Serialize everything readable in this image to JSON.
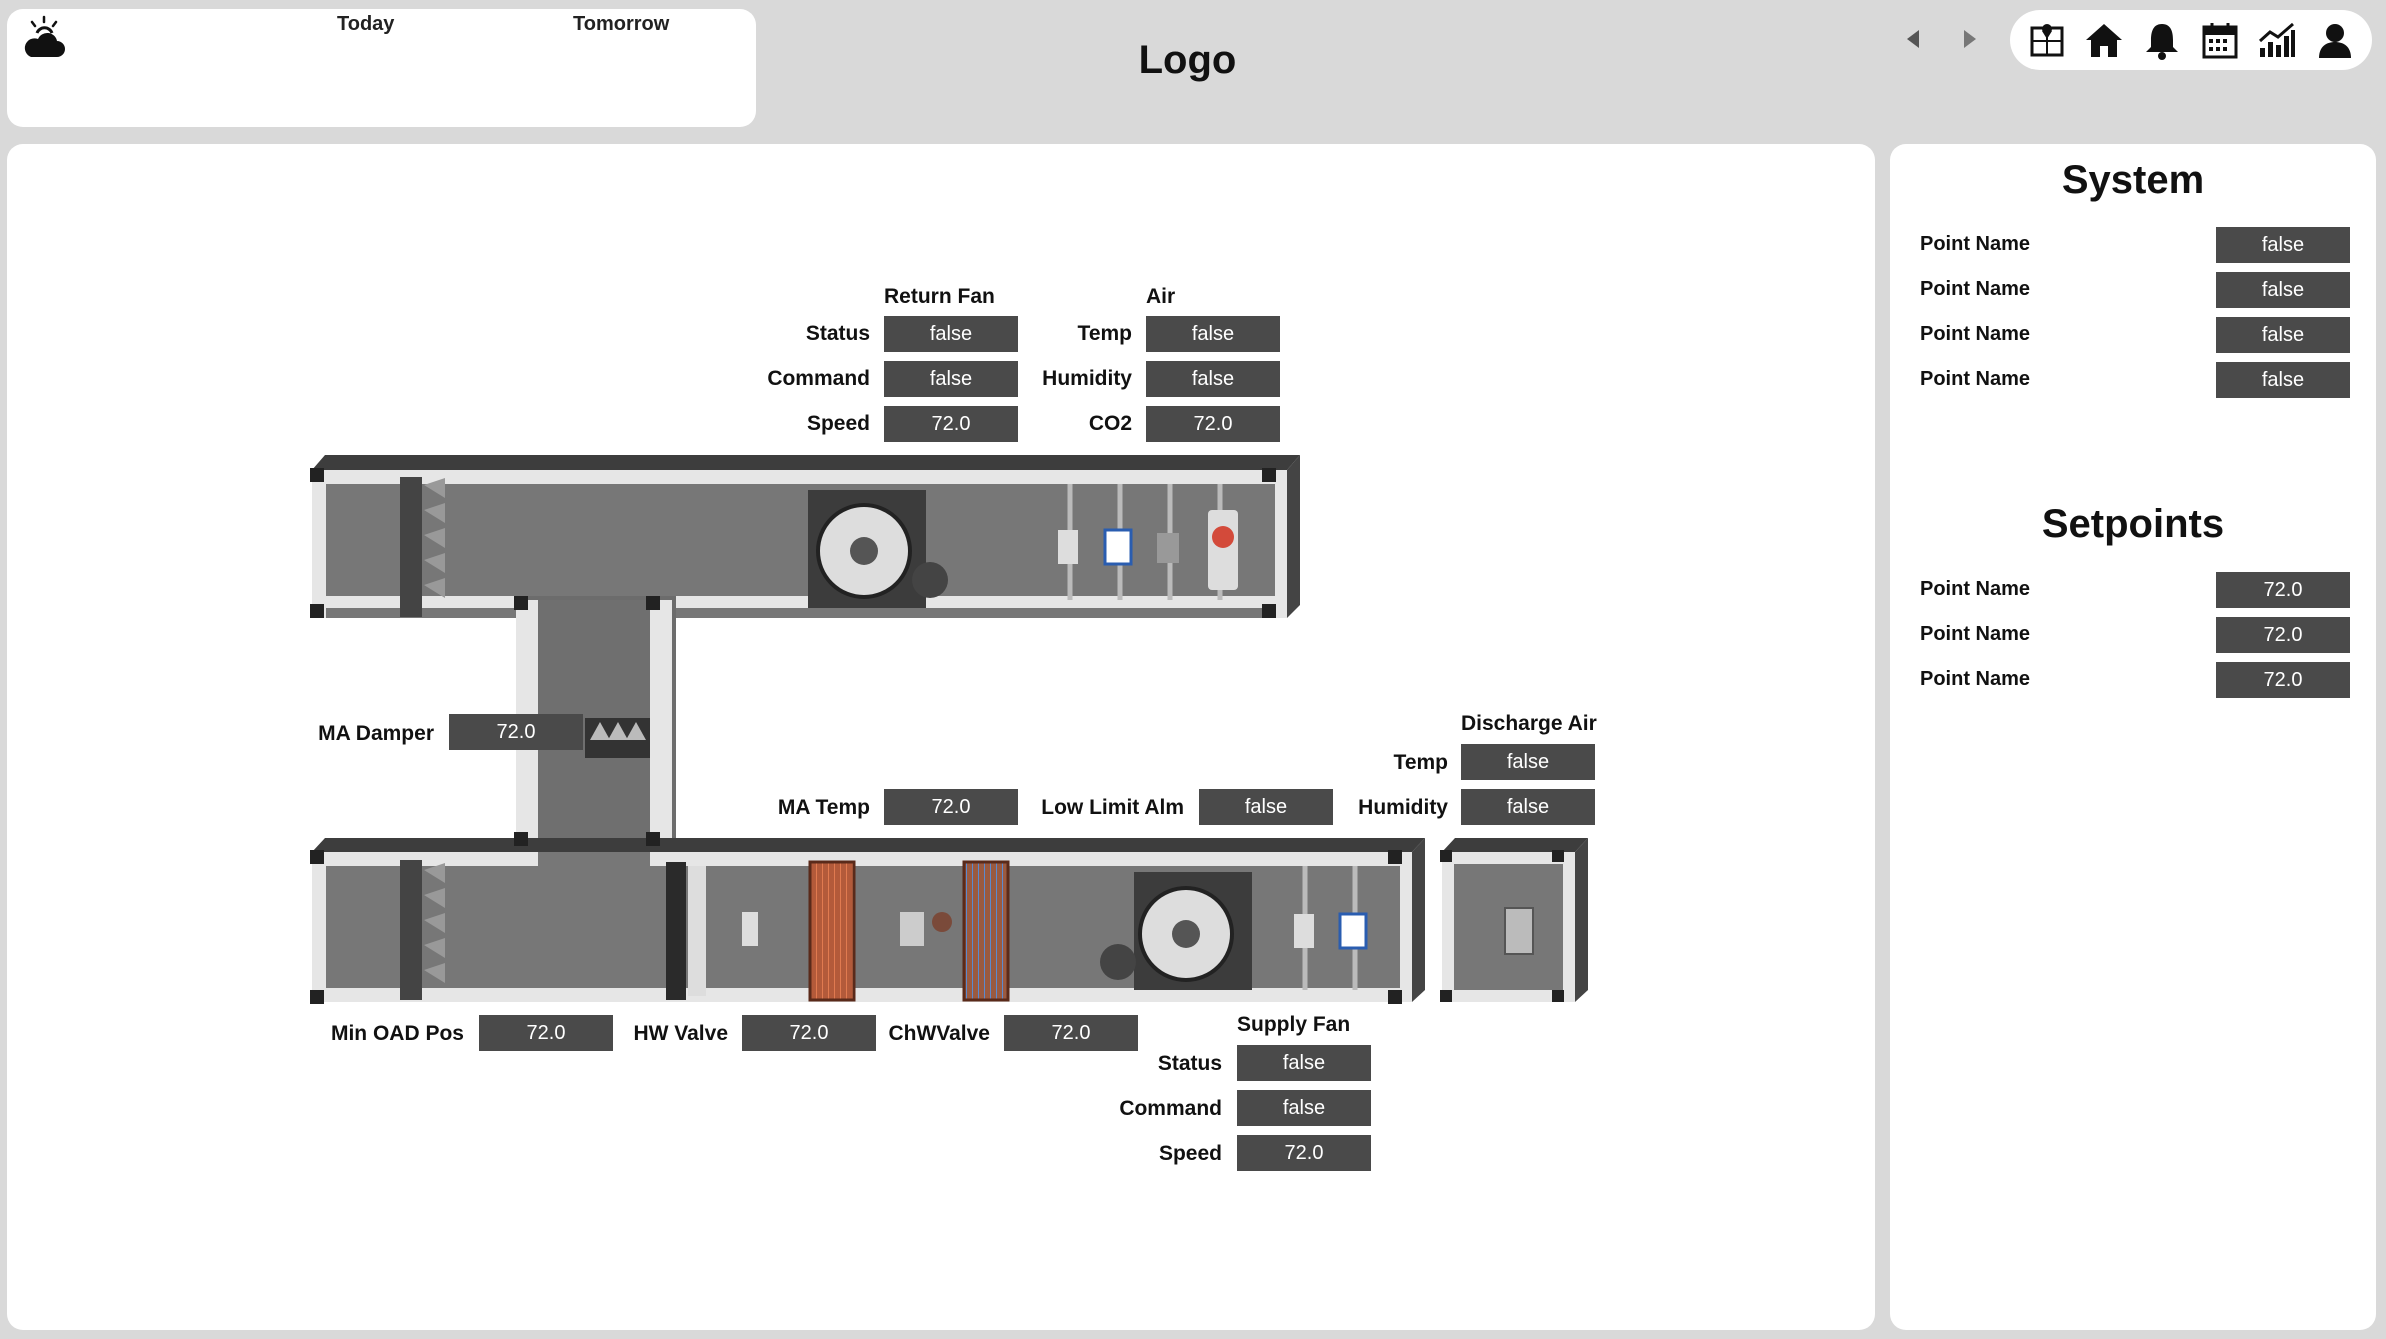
{
  "weather": {
    "today_label": "Today",
    "tomorrow_label": "Tomorrow"
  },
  "header": {
    "logo_text": "Logo"
  },
  "toolbar": {
    "icons": [
      "map-icon",
      "home-icon",
      "bell-icon",
      "calendar-icon",
      "chart-icon",
      "user-icon"
    ]
  },
  "return_fan": {
    "title": "Return Fan",
    "status_label": "Status",
    "status_value": "false",
    "command_label": "Command",
    "command_value": "false",
    "speed_label": "Speed",
    "speed_value": "72.0"
  },
  "air": {
    "title": "Air",
    "temp_label": "Temp",
    "temp_value": "false",
    "humidity_label": "Humidity",
    "humidity_value": "false",
    "co2_label": "CO2",
    "co2_value": "72.0"
  },
  "ma_damper": {
    "label": "MA Damper",
    "value": "72.0"
  },
  "ma_temp": {
    "label": "MA Temp",
    "value": "72.0"
  },
  "low_limit": {
    "label": "Low Limit Alm",
    "value": "false"
  },
  "discharge_air": {
    "title": "Discharge Air",
    "temp_label": "Temp",
    "temp_value": "false",
    "humidity_label": "Humidity",
    "humidity_value": "false"
  },
  "min_oad": {
    "label": "Min OAD Pos",
    "value": "72.0"
  },
  "hw_valve": {
    "label": "HW Valve",
    "value": "72.0"
  },
  "chw_valve": {
    "label": "ChWValve",
    "value": "72.0"
  },
  "supply_fan": {
    "title": "Supply Fan",
    "status_label": "Status",
    "status_value": "false",
    "command_label": "Command",
    "command_value": "false",
    "speed_label": "Speed",
    "speed_value": "72.0"
  },
  "system": {
    "title": "System",
    "points": [
      {
        "name": "Point Name",
        "value": "false"
      },
      {
        "name": "Point Name",
        "value": "false"
      },
      {
        "name": "Point Name",
        "value": "false"
      },
      {
        "name": "Point Name",
        "value": "false"
      }
    ]
  },
  "setpoints": {
    "title": "Setpoints",
    "points": [
      {
        "name": "Point Name",
        "value": "72.0"
      },
      {
        "name": "Point Name",
        "value": "72.0"
      },
      {
        "name": "Point Name",
        "value": "72.0"
      }
    ]
  },
  "colors": {
    "value_box": "#4a4a4a",
    "panel": "#ffffff",
    "background": "#d9d9d9",
    "duct": "#707070"
  }
}
